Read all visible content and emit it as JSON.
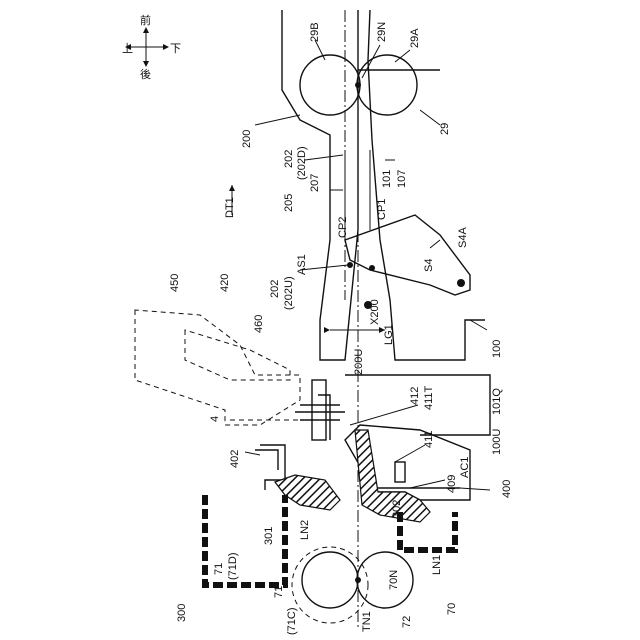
{
  "orientation": {
    "up": "上",
    "down": "下",
    "front": "前",
    "back": "後"
  },
  "labels": {
    "l29B": "29B",
    "l29N": "29N",
    "l29A": "29A",
    "l29": "29",
    "l200": "200",
    "l202a": "202",
    "l202D": "(202D)",
    "l207": "207",
    "l205": "205",
    "l101": "101",
    "l107": "107",
    "lDT1": "DT1",
    "lCP2": "CP2",
    "lCP1": "CP1",
    "lS4A": "S4A",
    "lS4": "S4",
    "lAS1": "AS1",
    "l202b": "202",
    "l202U": "(202U)",
    "lX200": "X200",
    "l450": "450",
    "l420": "420",
    "l460": "460",
    "lLG1": "LG1",
    "l200U": "200U",
    "l100": "100",
    "l4": "4",
    "l412": "412",
    "l411T": "411T",
    "l101Q": "101Q",
    "l411": "411",
    "l100U": "100U",
    "lAC1": "AC1",
    "l409": "409",
    "l400": "400",
    "l402": "402",
    "l301": "301",
    "lLN2": "LN2",
    "l302": "302",
    "lLN1": "LN1",
    "l71a": "71",
    "l71D": "(71D)",
    "l70N": "70N",
    "l300": "300",
    "l71b": "71",
    "l71C": "(71C)",
    "lTN1": "TN1",
    "l72": "72",
    "l70": "70"
  }
}
